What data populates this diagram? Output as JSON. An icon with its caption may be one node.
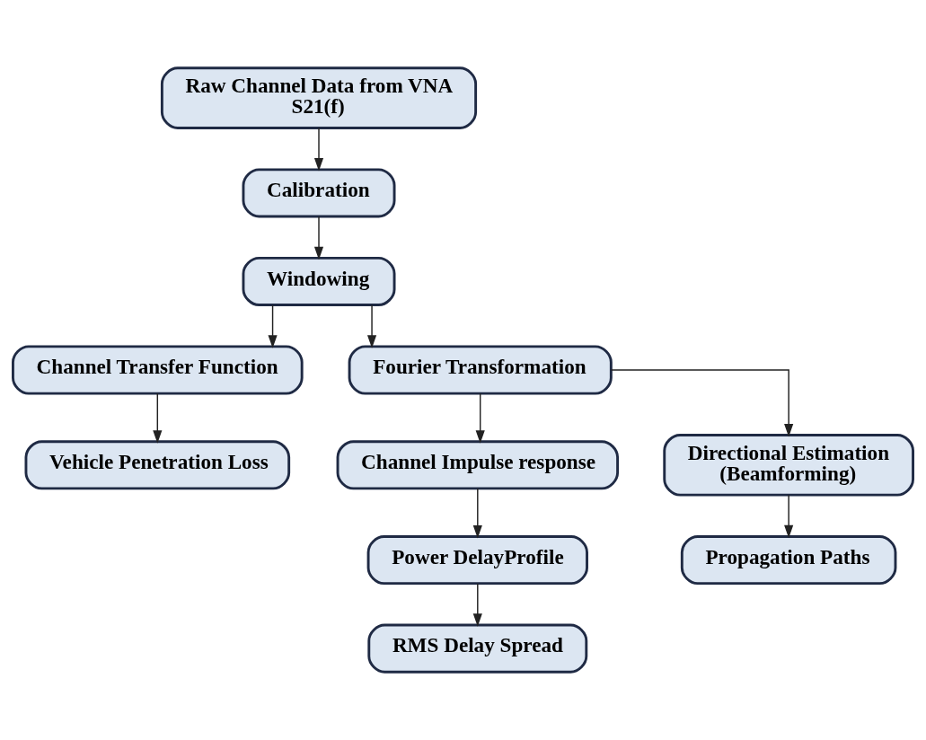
{
  "diagram": {
    "nodes": [
      {
        "text": [
          "Raw Channel Data from VNA S21(f)"
        ]
      },
      {
        "text": [
          "Calibration"
        ]
      },
      {
        "text": [
          "Windowing"
        ]
      },
      {
        "text": [
          "Channel Transfer Function"
        ]
      },
      {
        "text": [
          "Fourier Transformation"
        ]
      },
      {
        "text": [
          "Vehicle Penetration Loss"
        ]
      },
      {
        "text": [
          "Channel Impulse response"
        ]
      },
      {
        "text": [
          "Directional Estimation (Beamforming)"
        ]
      },
      {
        "text": [
          "Power DelayProfile"
        ]
      },
      {
        "text": [
          "Propagation Paths"
        ]
      },
      {
        "text": [
          "RMS Delay Spread"
        ]
      }
    ],
    "edges": [
      {
        "from": 0,
        "to": 1,
        "arrow": "to"
      },
      {
        "from": 1,
        "to": 2,
        "arrow": "to"
      },
      {
        "from": 2,
        "to": 3,
        "arrow": "to"
      },
      {
        "from": 2,
        "to": 4,
        "arrow": "to"
      },
      {
        "from": 3,
        "to": 5,
        "arrow": "to"
      },
      {
        "from": 4,
        "to": 6,
        "arrow": "to"
      },
      {
        "from": 4,
        "to": 7,
        "arrow": "to"
      },
      {
        "from": 6,
        "to": 8,
        "arrow": "to"
      },
      {
        "from": 7,
        "to": 9,
        "arrow": "to"
      },
      {
        "from": 8,
        "to": 10,
        "arrow": "to"
      }
    ]
  }
}
